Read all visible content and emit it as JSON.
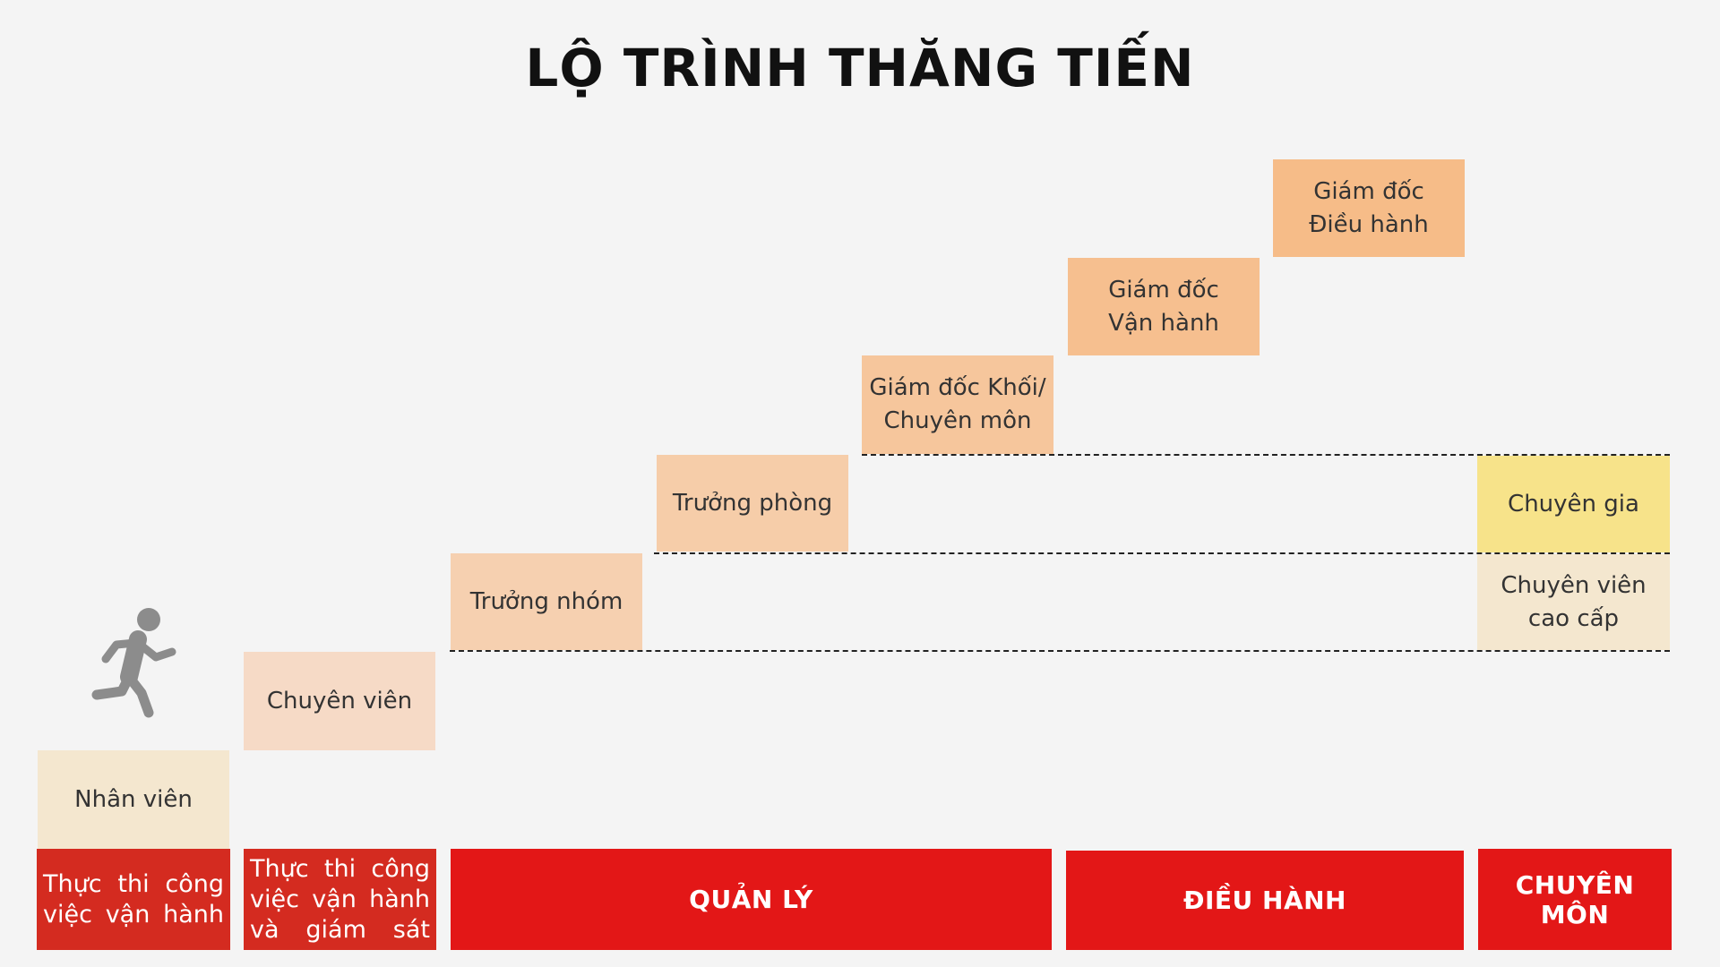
{
  "title": "LỘ TRÌNH THĂNG TIẾN",
  "icon": "running-person-icon",
  "colors": {
    "background": "#f4f4f4",
    "band_red": "#e31717",
    "band_dark_red": "#d42b20",
    "level_beige": "#f4e7cf",
    "level_light_peach": "#f6dac6",
    "level_peach": "#f6cda9",
    "level_orange": "#f6bc88",
    "level_yellow": "#f7e38a",
    "text": "#333333"
  },
  "levels": {
    "nhan_vien": "Nhân viên",
    "chuyen_vien": "Chuyên viên",
    "truong_nhom": "Trưởng  nhóm",
    "truong_phong": "Trưởng  phòng",
    "giam_doc_khoi": "Giám đốc Khối/\nChuyên môn",
    "giam_doc_van_hanh": "Giám đốc\nVận hành",
    "giam_doc_dieu_hanh": "Giám đốc\nĐiều hành",
    "chuyen_gia": "Chuyên gia",
    "chuyen_vien_cao_cap": "Chuyên viên\ncao cấp"
  },
  "bands": {
    "thuc_thi": "Thực thi công việc vận hành",
    "thuc_thi_giam_sat": "Thực thi công việc vận hành và giám sát",
    "quan_ly": "QUẢN LÝ",
    "dieu_hanh": "ĐIỀU HÀNH",
    "chuyen_mon": "CHUYÊN MÔN"
  }
}
